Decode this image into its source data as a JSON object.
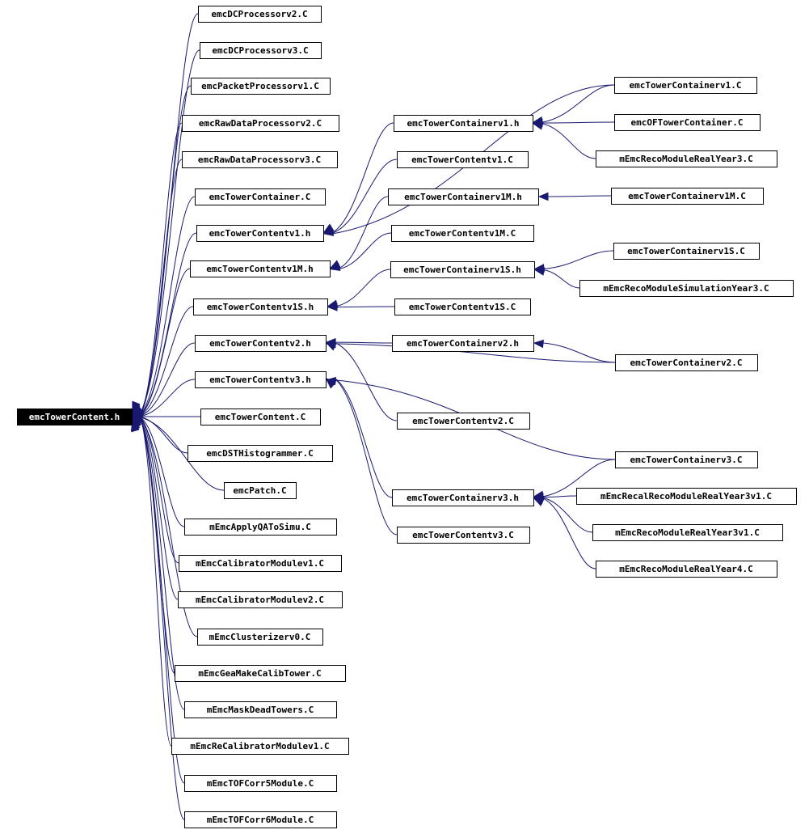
{
  "diagram": {
    "root": "emcTowerContent.h",
    "edge_color": "#191970",
    "nodes": [
      {
        "id": "emcTowerContent.h",
        "label": "emcTowerContent.h"
      },
      {
        "id": "emcDCProcessorv2.C",
        "label": "emcDCProcessorv2.C"
      },
      {
        "id": "emcDCProcessorv3.C",
        "label": "emcDCProcessorv3.C"
      },
      {
        "id": "emcPacketProcessorv1.C",
        "label": "emcPacketProcessorv1.C"
      },
      {
        "id": "emcRawDataProcessorv2.C",
        "label": "emcRawDataProcessorv2.C"
      },
      {
        "id": "emcRawDataProcessorv3.C",
        "label": "emcRawDataProcessorv3.C"
      },
      {
        "id": "emcTowerContainer.C",
        "label": "emcTowerContainer.C"
      },
      {
        "id": "emcTowerContentv1.h",
        "label": "emcTowerContentv1.h"
      },
      {
        "id": "emcTowerContentv1M.h",
        "label": "emcTowerContentv1M.h"
      },
      {
        "id": "emcTowerContentv1S.h",
        "label": "emcTowerContentv1S.h"
      },
      {
        "id": "emcTowerContentv2.h",
        "label": "emcTowerContentv2.h"
      },
      {
        "id": "emcTowerContentv3.h",
        "label": "emcTowerContentv3.h"
      },
      {
        "id": "emcTowerContent.C",
        "label": "emcTowerContent.C"
      },
      {
        "id": "emcDSTHistogrammer.C",
        "label": "emcDSTHistogrammer.C"
      },
      {
        "id": "emcPatch.C",
        "label": "emcPatch.C"
      },
      {
        "id": "mEmcApplyQAToSimu.C",
        "label": "mEmcApplyQAToSimu.C"
      },
      {
        "id": "mEmcCalibratorModulev1.C",
        "label": "mEmcCalibratorModulev1.C"
      },
      {
        "id": "mEmcCalibratorModulev2.C",
        "label": "mEmcCalibratorModulev2.C"
      },
      {
        "id": "mEmcClusterizerv0.C",
        "label": "mEmcClusterizerv0.C"
      },
      {
        "id": "mEmcGeaMakeCalibTower.C",
        "label": "mEmcGeaMakeCalibTower.C"
      },
      {
        "id": "mEmcMaskDeadTowers.C",
        "label": "mEmcMaskDeadTowers.C"
      },
      {
        "id": "mEmcReCalibratorModulev1.C",
        "label": "mEmcReCalibratorModulev1.C"
      },
      {
        "id": "mEmcTOFCorr5Module.C",
        "label": "mEmcTOFCorr5Module.C"
      },
      {
        "id": "mEmcTOFCorr6Module.C",
        "label": "mEmcTOFCorr6Module.C"
      },
      {
        "id": "emcTowerContainerv1.h",
        "label": "emcTowerContainerv1.h"
      },
      {
        "id": "emcTowerContentv1.C",
        "label": "emcTowerContentv1.C"
      },
      {
        "id": "emcTowerContainerv1M.h",
        "label": "emcTowerContainerv1M.h"
      },
      {
        "id": "emcTowerContentv1M.C",
        "label": "emcTowerContentv1M.C"
      },
      {
        "id": "emcTowerContainerv1S.h",
        "label": "emcTowerContainerv1S.h"
      },
      {
        "id": "emcTowerContentv1S.C",
        "label": "emcTowerContentv1S.C"
      },
      {
        "id": "emcTowerContainerv2.h",
        "label": "emcTowerContainerv2.h"
      },
      {
        "id": "emcTowerContentv2.C",
        "label": "emcTowerContentv2.C"
      },
      {
        "id": "emcTowerContainerv3.h",
        "label": "emcTowerContainerv3.h"
      },
      {
        "id": "emcTowerContentv3.C",
        "label": "emcTowerContentv3.C"
      },
      {
        "id": "emcTowerContainerv1.C",
        "label": "emcTowerContainerv1.C"
      },
      {
        "id": "emcOFTowerContainer.C",
        "label": "emcOFTowerContainer.C"
      },
      {
        "id": "mEmcRecoModuleRealYear3.C",
        "label": "mEmcRecoModuleRealYear3.C"
      },
      {
        "id": "emcTowerContainerv1M.C",
        "label": "emcTowerContainerv1M.C"
      },
      {
        "id": "emcTowerContainerv1S.C",
        "label": "emcTowerContainerv1S.C"
      },
      {
        "id": "mEmcRecoModuleSimulationYear3.C",
        "label": "mEmcRecoModuleSimulationYear3.C"
      },
      {
        "id": "emcTowerContainerv2.C",
        "label": "emcTowerContainerv2.C"
      },
      {
        "id": "emcTowerContainerv3.C",
        "label": "emcTowerContainerv3.C"
      },
      {
        "id": "mEmcRecalRecoModuleRealYear3v1.C",
        "label": "mEmcRecalRecoModuleRealYear3v1.C"
      },
      {
        "id": "mEmcRecoModuleRealYear3v1.C",
        "label": "mEmcRecoModuleRealYear3v1.C"
      },
      {
        "id": "mEmcRecoModuleRealYear4.C",
        "label": "mEmcRecoModuleRealYear4.C"
      }
    ],
    "edges": [
      [
        "emcDCProcessorv2.C",
        "emcTowerContent.h"
      ],
      [
        "emcDCProcessorv3.C",
        "emcTowerContent.h"
      ],
      [
        "emcPacketProcessorv1.C",
        "emcTowerContent.h"
      ],
      [
        "emcRawDataProcessorv2.C",
        "emcTowerContent.h"
      ],
      [
        "emcRawDataProcessorv3.C",
        "emcTowerContent.h"
      ],
      [
        "emcTowerContainer.C",
        "emcTowerContent.h"
      ],
      [
        "emcTowerContentv1.h",
        "emcTowerContent.h"
      ],
      [
        "emcTowerContentv1M.h",
        "emcTowerContent.h"
      ],
      [
        "emcTowerContentv1S.h",
        "emcTowerContent.h"
      ],
      [
        "emcTowerContentv2.h",
        "emcTowerContent.h"
      ],
      [
        "emcTowerContentv3.h",
        "emcTowerContent.h"
      ],
      [
        "emcTowerContent.C",
        "emcTowerContent.h"
      ],
      [
        "emcDSTHistogrammer.C",
        "emcTowerContent.h"
      ],
      [
        "emcPatch.C",
        "emcTowerContent.h"
      ],
      [
        "mEmcApplyQAToSimu.C",
        "emcTowerContent.h"
      ],
      [
        "mEmcCalibratorModulev1.C",
        "emcTowerContent.h"
      ],
      [
        "mEmcCalibratorModulev2.C",
        "emcTowerContent.h"
      ],
      [
        "mEmcClusterizerv0.C",
        "emcTowerContent.h"
      ],
      [
        "mEmcGeaMakeCalibTower.C",
        "emcTowerContent.h"
      ],
      [
        "mEmcMaskDeadTowers.C",
        "emcTowerContent.h"
      ],
      [
        "mEmcReCalibratorModulev1.C",
        "emcTowerContent.h"
      ],
      [
        "mEmcTOFCorr5Module.C",
        "emcTowerContent.h"
      ],
      [
        "mEmcTOFCorr6Module.C",
        "emcTowerContent.h"
      ],
      [
        "emcTowerContainerv1.h",
        "emcTowerContentv1.h"
      ],
      [
        "emcTowerContentv1.C",
        "emcTowerContentv1.h"
      ],
      [
        "emcTowerContainerv1.C",
        "emcTowerContentv1.h"
      ],
      [
        "emcTowerContainerv1M.h",
        "emcTowerContentv1M.h"
      ],
      [
        "emcTowerContentv1M.C",
        "emcTowerContentv1M.h"
      ],
      [
        "emcTowerContainerv1S.h",
        "emcTowerContentv1S.h"
      ],
      [
        "emcTowerContentv1S.C",
        "emcTowerContentv1S.h"
      ],
      [
        "emcTowerContainerv2.h",
        "emcTowerContentv2.h"
      ],
      [
        "emcTowerContentv2.C",
        "emcTowerContentv2.h"
      ],
      [
        "emcTowerContainerv2.C",
        "emcTowerContentv2.h"
      ],
      [
        "emcTowerContainerv3.h",
        "emcTowerContentv3.h"
      ],
      [
        "emcTowerContentv3.C",
        "emcTowerContentv3.h"
      ],
      [
        "emcTowerContainerv3.C",
        "emcTowerContentv3.h"
      ],
      [
        "emcTowerContainerv1.C",
        "emcTowerContainerv1.h"
      ],
      [
        "emcOFTowerContainer.C",
        "emcTowerContainerv1.h"
      ],
      [
        "mEmcRecoModuleRealYear3.C",
        "emcTowerContainerv1.h"
      ],
      [
        "emcTowerContainerv1M.C",
        "emcTowerContainerv1M.h"
      ],
      [
        "emcTowerContainerv1S.C",
        "emcTowerContainerv1S.h"
      ],
      [
        "mEmcRecoModuleSimulationYear3.C",
        "emcTowerContainerv1S.h"
      ],
      [
        "emcTowerContainerv2.C",
        "emcTowerContainerv2.h"
      ],
      [
        "emcTowerContainerv3.C",
        "emcTowerContainerv3.h"
      ],
      [
        "mEmcRecalRecoModuleRealYear3v1.C",
        "emcTowerContainerv3.h"
      ],
      [
        "mEmcRecoModuleRealYear3v1.C",
        "emcTowerContainerv3.h"
      ],
      [
        "mEmcRecoModuleRealYear4.C",
        "emcTowerContainerv3.h"
      ]
    ]
  }
}
